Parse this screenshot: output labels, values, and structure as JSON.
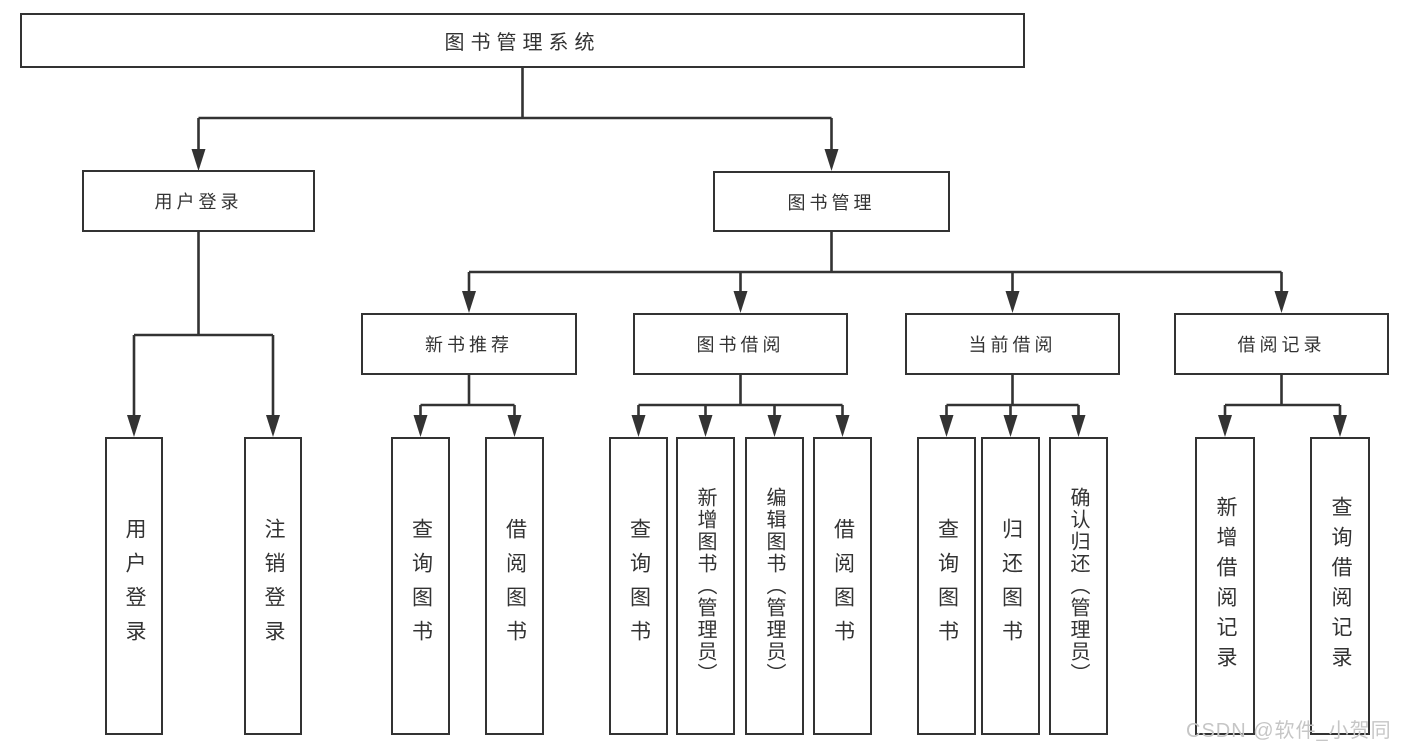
{
  "tree": {
    "label": "图书管理系统",
    "children": [
      {
        "label": "用户登录",
        "children": [
          {
            "label": "用户登录"
          },
          {
            "label": "注销登录"
          }
        ]
      },
      {
        "label": "图书管理",
        "children": [
          {
            "label": "新书推荐",
            "children": [
              {
                "label": "查询图书"
              },
              {
                "label": "借阅图书"
              }
            ]
          },
          {
            "label": "图书借阅",
            "children": [
              {
                "label": "查询图书"
              },
              {
                "label": "新增图书（管理员）"
              },
              {
                "label": "编辑图书（管理员）"
              },
              {
                "label": "借阅图书"
              }
            ]
          },
          {
            "label": "当前借阅",
            "children": [
              {
                "label": "查询图书"
              },
              {
                "label": "归还图书"
              },
              {
                "label": "确认归还（管理员）"
              }
            ]
          },
          {
            "label": "借阅记录",
            "children": [
              {
                "label": "新增借阅记录"
              },
              {
                "label": "查询借阅记录"
              }
            ]
          }
        ]
      }
    ]
  },
  "watermark": "CSDN @软件_小贺同学",
  "colors": {
    "line": "#333333",
    "border": "#333333",
    "fill": "#ffffff",
    "text": "#333333",
    "wm": "#c6c6c6",
    "bg": "#ffffff"
  }
}
